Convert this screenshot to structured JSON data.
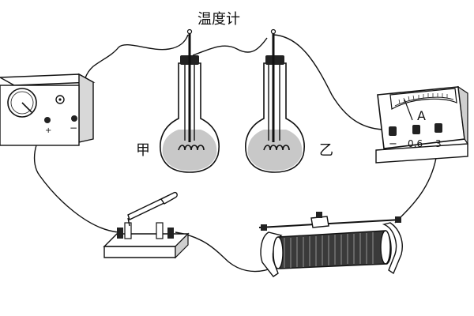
{
  "labels": {
    "thermometer": "温度计",
    "flask_left": "甲",
    "flask_right": "乙",
    "ammeter_symbol": "A",
    "ammeter_neg": "−",
    "ammeter_mid": "0.6",
    "ammeter_high": "3",
    "supply_plus": "+",
    "supply_minus": "−"
  },
  "colors": {
    "line": "#111111",
    "liquid": "#c8c8c8",
    "device_face": "#ffffff",
    "shade": "#9a9a9a"
  },
  "components": [
    "power-supply",
    "flask-jia",
    "flask-yi",
    "ammeter",
    "knife-switch",
    "rheostat"
  ]
}
